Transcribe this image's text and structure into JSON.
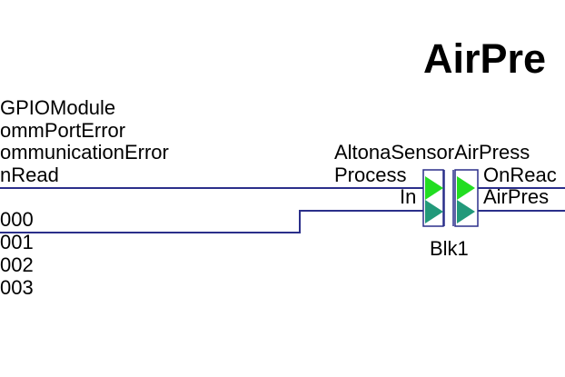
{
  "diagram": {
    "title": "AirPre",
    "colors": {
      "wire": "#2b2f8a",
      "block_border": "#2b2f8a",
      "arrow_top": "#22dd22",
      "arrow_bottom": "#22997a"
    },
    "left_module": {
      "lines": [
        "GPIOModule",
        "ommPortError",
        "ommunicationError",
        "nRead"
      ],
      "outputs": [
        "000",
        "001",
        "002",
        "003"
      ]
    },
    "block": {
      "header": "AltonaSensorAirPress",
      "input_labels": [
        "Process",
        "In"
      ],
      "output_labels": [
        "OnReac",
        "AirPres"
      ],
      "name": "Blk1"
    }
  }
}
